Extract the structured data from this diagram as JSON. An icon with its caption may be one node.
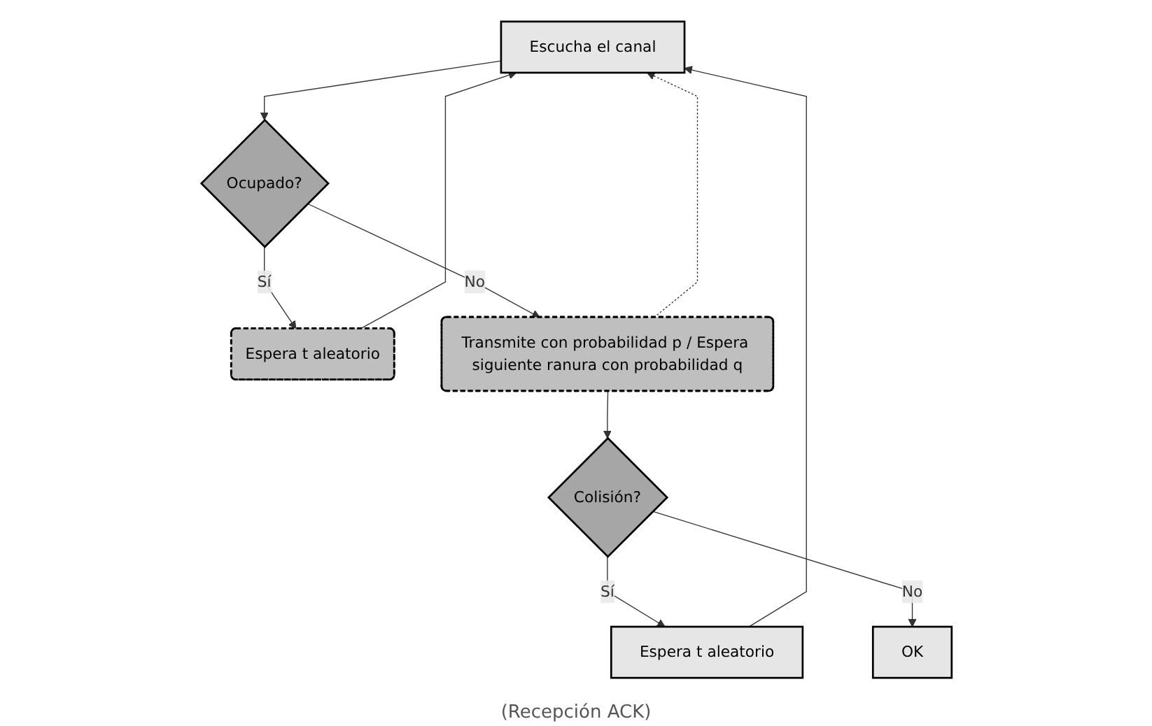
{
  "diagram": {
    "nodes": [
      {
        "text": [
          "Escucha el canal"
        ]
      },
      {
        "text": [
          "Ocupado?"
        ]
      },
      {
        "text": [
          "Espera t aleatorio"
        ]
      },
      {
        "text": [
          "Transmite con probabilidad p / Espera siguiente ranura con probabilidad q"
        ]
      },
      {
        "text": [
          "Colisión?"
        ]
      },
      {
        "text": [
          "Espera t aleatorio"
        ]
      },
      {
        "text": [
          "OK"
        ]
      }
    ],
    "edges": [
      {
        "from": 0,
        "to": 1,
        "arrow": "to"
      },
      {
        "from": 1,
        "to": 2,
        "arrow": "to",
        "label": "Sí"
      },
      {
        "from": 2,
        "to": 0,
        "arrow": "to"
      },
      {
        "from": 1,
        "to": 3,
        "arrow": "to",
        "label": "No"
      },
      {
        "from": 3,
        "to": 0,
        "arrow": "to",
        "style": "dashed"
      },
      {
        "from": 3,
        "to": 4,
        "arrow": "to"
      },
      {
        "from": 4,
        "to": 5,
        "arrow": "to",
        "label": "Sí"
      },
      {
        "from": 4,
        "to": 6,
        "arrow": "to",
        "label": "No"
      },
      {
        "from": 5,
        "to": 0,
        "arrow": "to"
      }
    ],
    "labels": [
      "(Recepción ACK)"
    ]
  }
}
